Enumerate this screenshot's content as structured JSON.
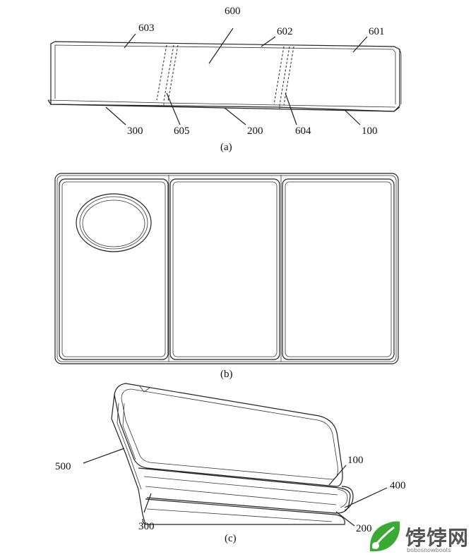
{
  "figure": {
    "panels": [
      {
        "id": "a",
        "caption": "(a)",
        "labels": [
          "603",
          "600",
          "602",
          "601",
          "300",
          "605",
          "200",
          "604",
          "100"
        ]
      },
      {
        "id": "b",
        "caption": "(b)",
        "labels": []
      },
      {
        "id": "c",
        "caption": "(c)",
        "labels": [
          "500",
          "300",
          "100",
          "400",
          "200"
        ]
      }
    ]
  },
  "watermark": {
    "logo": "leaf-logo",
    "text": "饽饽网",
    "subtext": "bobosnowboots"
  }
}
